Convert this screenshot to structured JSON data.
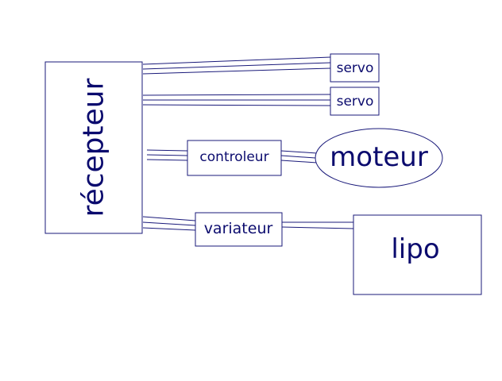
{
  "colors": {
    "line": "#1a1a7a",
    "text": "#0b0b6e",
    "background": "#ffffff"
  },
  "nodes": {
    "recepteur": "récepteur",
    "servo_1": "servo",
    "servo_2": "servo",
    "controleur": "controleur",
    "moteur": "moteur",
    "variateur": "variateur",
    "lipo": "lipo"
  }
}
